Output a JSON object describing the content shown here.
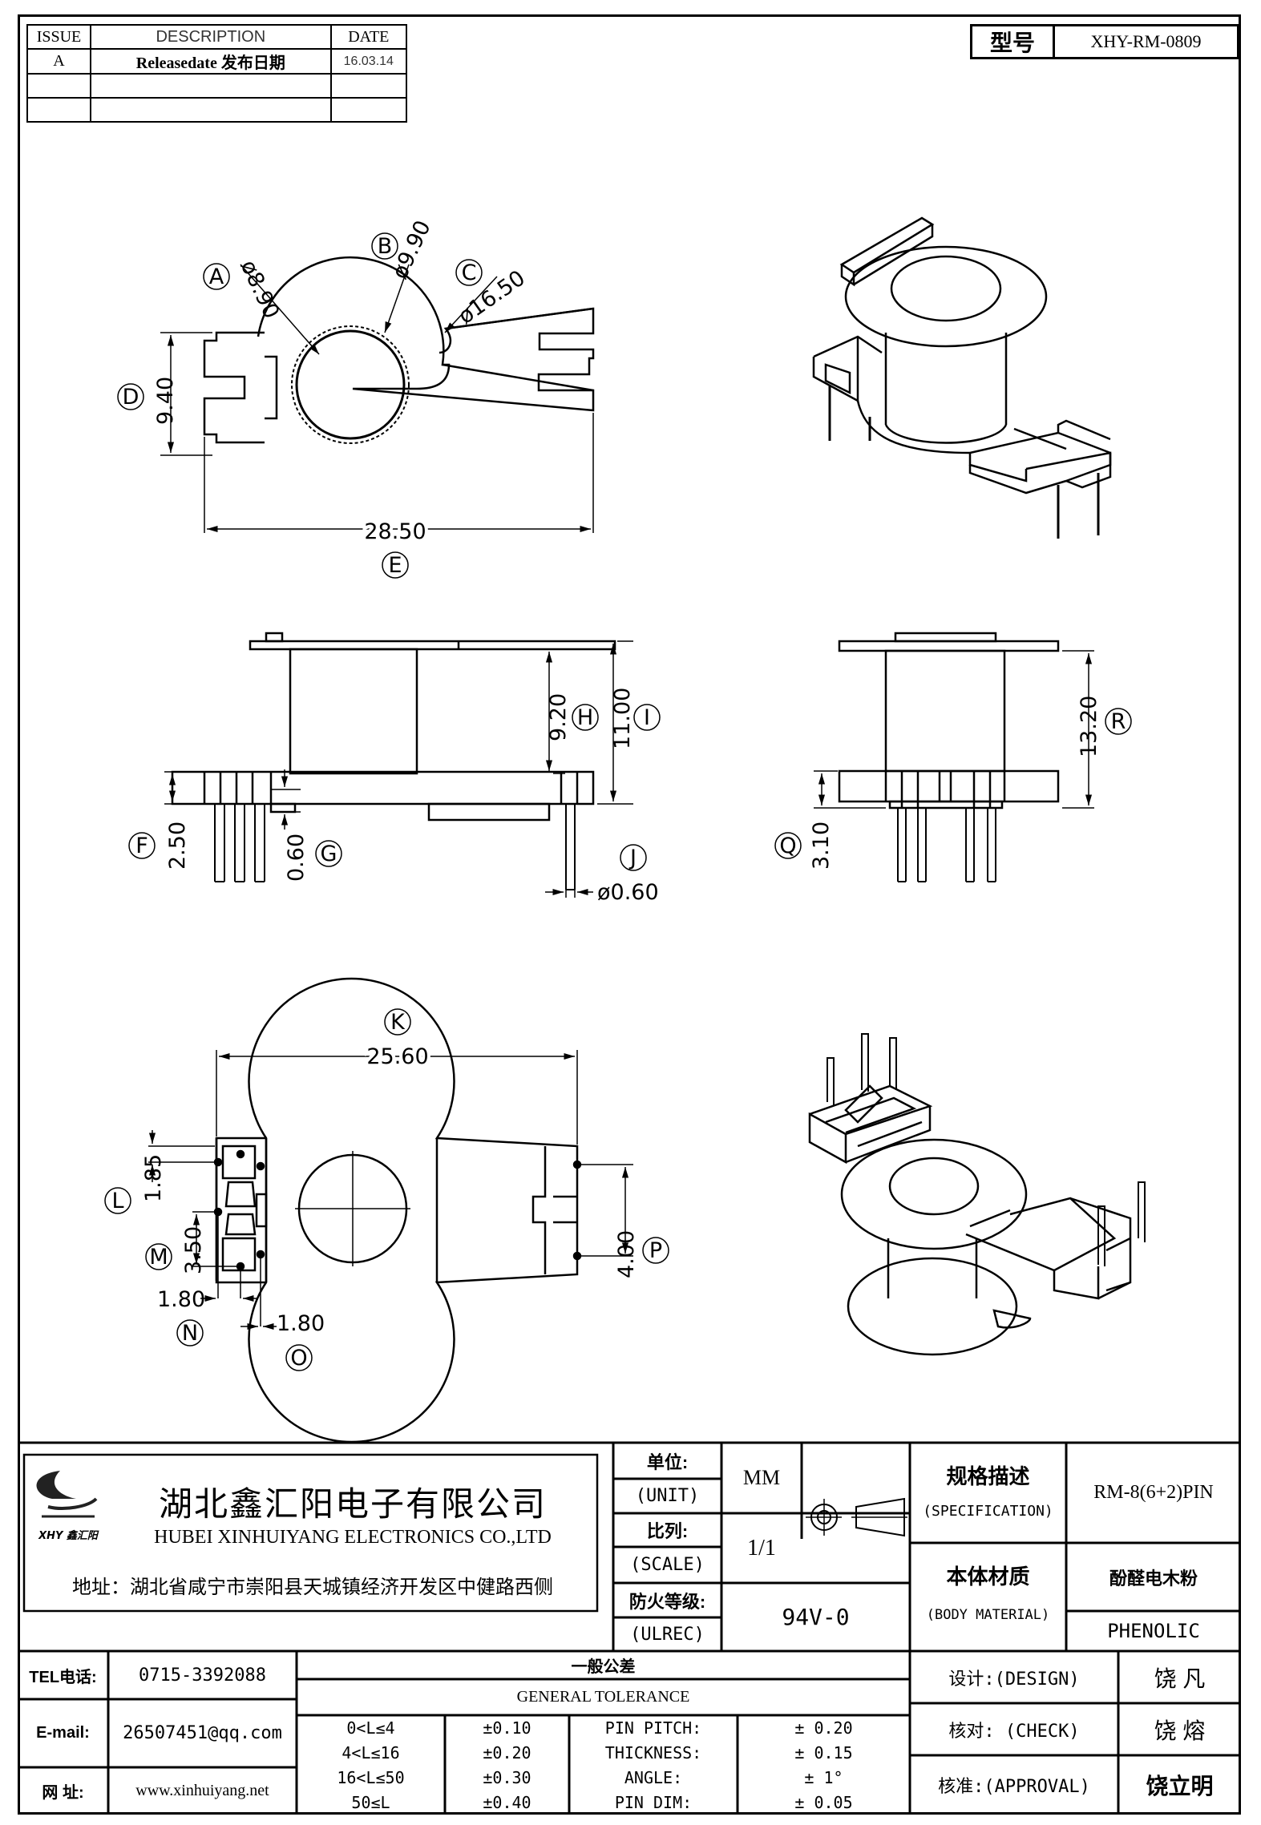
{
  "revision": {
    "headers": [
      "ISSUE",
      "DESCRIPTION",
      "DATE"
    ],
    "rows": [
      [
        "A",
        "Releasedate 发布日期",
        "16.03.14"
      ],
      [
        "",
        "",
        ""
      ],
      [
        "",
        "",
        ""
      ]
    ]
  },
  "model": {
    "label": "型号",
    "value": "XHY-RM-0809"
  },
  "dims": {
    "A": "A",
    "a_val": "ø8.90",
    "B": "B",
    "b_val": "ø9.90",
    "C": "C",
    "c_val": "ø16.50",
    "D": "D",
    "d_val": "9.40",
    "E": "E",
    "e_val": "28.50",
    "H": "H",
    "h_val": "9.20",
    "I": "I",
    "i_val": "11.00",
    "F": "F",
    "f_val": "2.50",
    "G": "G",
    "g_val": "0.60",
    "J": "J",
    "j_val": "ø0.60",
    "R": "R",
    "r_val": "13.20",
    "Q": "Q",
    "q_val": "3.10",
    "K": "K",
    "k_val": "25.60",
    "L": "L",
    "l_val": "1.85",
    "M": "M",
    "m_val": "3.50",
    "N": "N",
    "n_val": "1.80",
    "O": "O",
    "o_val": "1.80",
    "P": "P",
    "p_val": "4.00"
  },
  "company": {
    "name_cn": "湖北鑫汇阳电子有限公司",
    "name_en": "HUBEI XINHUIYANG ELECTRONICS CO.,LTD",
    "address": "地址：湖北省咸宁市崇阳县天城镇经济开发区中健路西侧",
    "logo_text": "XHY 鑫汇阳"
  },
  "title_block": {
    "unit_label_cn": "单位:",
    "unit_label_en": "(UNIT)",
    "unit_value": "MM",
    "scale_label_cn": "比列:",
    "scale_label_en": "(SCALE)",
    "scale_value": "1/1",
    "fire_label_cn": "防火等级:",
    "fire_label_en": "(ULREC)",
    "fire_value": "94V-0",
    "spec_label_cn": "规格描述",
    "spec_label_en": "(SPECIFICATION)",
    "spec_value": "RM-8(6+2)PIN",
    "material_label_cn": "本体材质",
    "material_label_en": "(BODY MATERIAL)",
    "material_value_cn": "酚醛电木粉",
    "material_value_en": "PHENOLIC"
  },
  "contact": {
    "tel_label": "TEL电话:",
    "tel": "0715-3392088",
    "email_label": "E-mail:",
    "email": "26507451@qq.com",
    "web_label": "网  址:",
    "web": "www.xinhuiyang.net"
  },
  "tolerance": {
    "title_cn": "一般公差",
    "title_en": "GENERAL TOLERANCE",
    "ranges": [
      [
        "0<L≤4",
        "±0.10"
      ],
      [
        "4<L≤16",
        "±0.20"
      ],
      [
        "16<L≤50",
        "±0.30"
      ],
      [
        "50≤L",
        "±0.40"
      ]
    ],
    "pins": [
      [
        "PIN PITCH:",
        "±  0.20"
      ],
      [
        "THICKNESS:",
        "±  0.15"
      ],
      [
        "ANGLE:",
        "±  1°"
      ],
      [
        "PIN DIM:",
        "±  0.05"
      ]
    ]
  },
  "signoff": {
    "design_label": "设计:(DESIGN)",
    "design": "饶    凡",
    "check_label": "核对: (CHECK)",
    "check": "饶    熔",
    "approval_label": "核准:(APPROVAL)",
    "approval": "饶立明"
  }
}
